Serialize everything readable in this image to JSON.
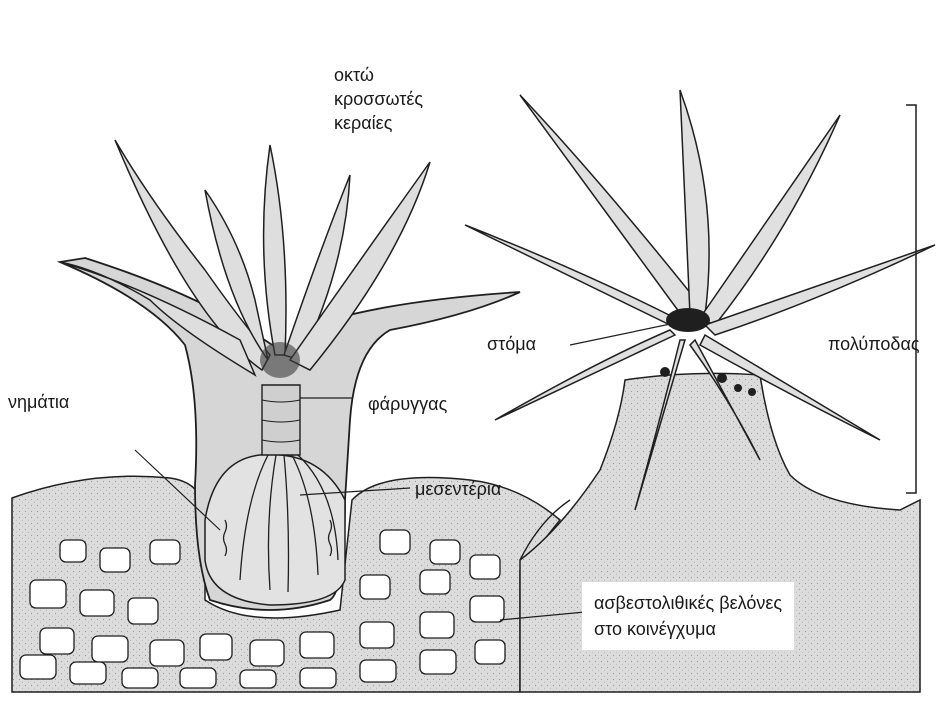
{
  "labels": {
    "tentacles": [
      "οκτώ",
      "κροσσωτές",
      "κεραίες"
    ],
    "filaments": "νημάτια",
    "pharynx": "φάρυγγας",
    "mesenteries": "μεσεντέρια",
    "mouth": "στόμα",
    "polyp": "πολύποδας",
    "spicules": [
      "ασβεστολιθικές βελόνες",
      "στο κοινέγχυμα"
    ]
  },
  "colors": {
    "background": "#ffffff",
    "tissue": "#d8d8d8",
    "line": "#1f1f1f",
    "tentacle_fill": "#e0e0e0"
  }
}
